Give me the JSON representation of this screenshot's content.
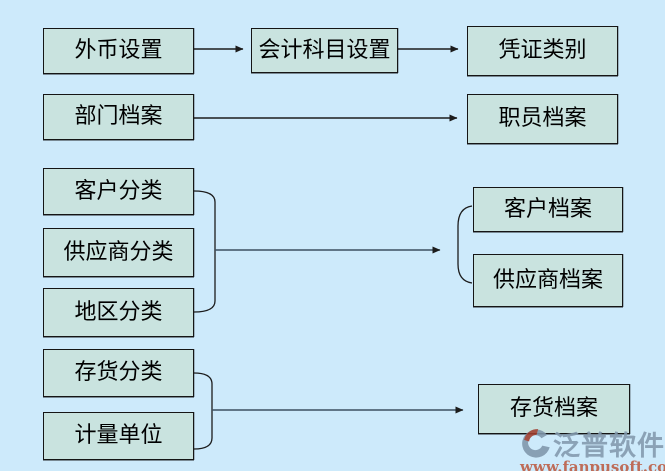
{
  "diagram": {
    "nodes": {
      "foreign_currency": "外币设置",
      "accounting_subjects": "会计科目设置",
      "voucher_category": "凭证类别",
      "department_archive": "部门档案",
      "staff_archive": "职员档案",
      "customer_category": "客户分类",
      "supplier_category": "供应商分类",
      "region_category": "地区分类",
      "customer_archive": "客户档案",
      "supplier_archive": "供应商档案",
      "inventory_category": "存货分类",
      "measurement_unit": "计量单位",
      "inventory_archive": "存货档案"
    },
    "edges": [
      {
        "from": [
          "外币设置"
        ],
        "to": [
          "会计科目设置"
        ],
        "type": "arrow"
      },
      {
        "from": [
          "会计科目设置"
        ],
        "to": [
          "凭证类别"
        ],
        "type": "arrow"
      },
      {
        "from": [
          "部门档案"
        ],
        "to": [
          "职员档案"
        ],
        "type": "arrow"
      },
      {
        "from": [
          "客户分类",
          "供应商分类",
          "地区分类"
        ],
        "to": [
          "客户档案",
          "供应商档案"
        ],
        "type": "grouped-arrow"
      },
      {
        "from": [
          "存货分类",
          "计量单位"
        ],
        "to": [
          "存货档案"
        ],
        "type": "grouped-arrow"
      }
    ],
    "colors": {
      "background": "#cdeafb",
      "node_fill": "#c9e3df",
      "node_border": "#151515",
      "connector": "#1c1c1c",
      "group_line": "#3d5061"
    }
  },
  "watermark": {
    "brand": "泛普软件",
    "url": "www.fanpusoft.com",
    "brand_color": "#8299ad",
    "url_color": "#bc5b42",
    "logo_red": "#a03c2d",
    "logo_slate": "#7f96ab"
  }
}
